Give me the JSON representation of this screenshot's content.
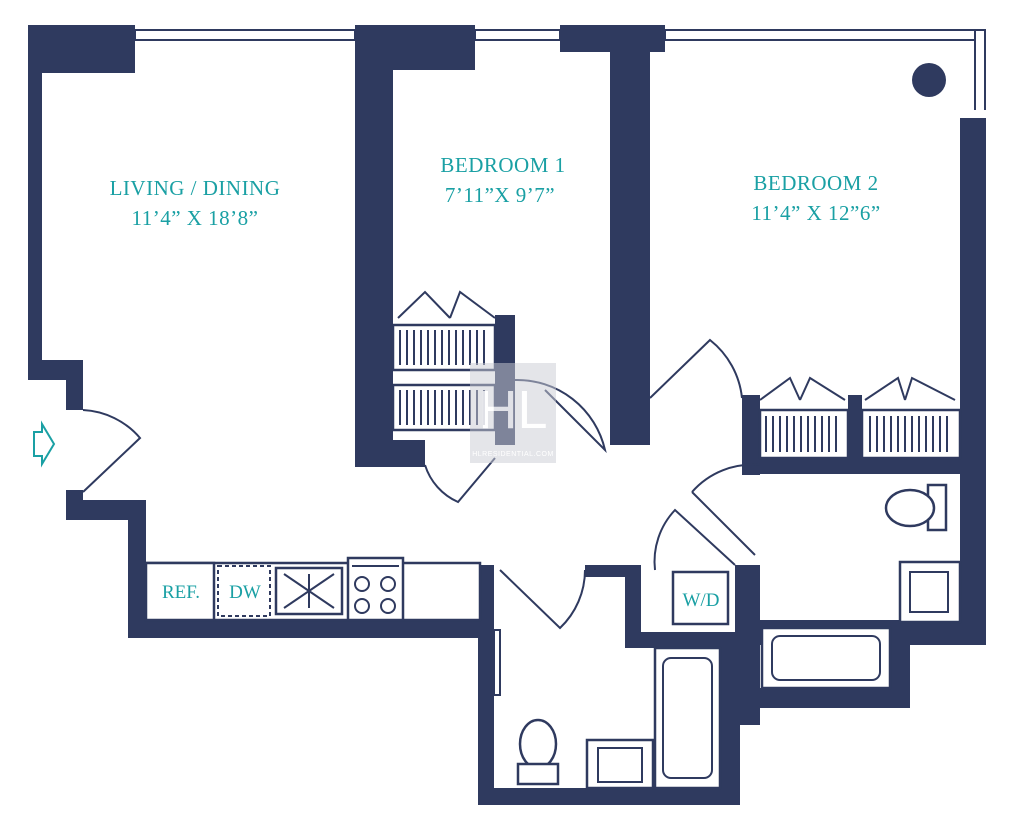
{
  "rooms": {
    "living_dining": {
      "name": "LIVING / DINING",
      "dims": "11’4” X 18’8”"
    },
    "bedroom_1": {
      "name": "BEDROOM 1",
      "dims": "7’11”X 9’7”"
    },
    "bedroom_2": {
      "name": "BEDROOM 2",
      "dims": "11’4” X 12”6”"
    }
  },
  "appliances": {
    "refrigerator": "REF.",
    "dishwasher": "DW",
    "washer_dryer": "W/D"
  },
  "watermark": {
    "logo": "HL",
    "site": "HLRESIDENTIAL.COM"
  },
  "entry_marker": "entry-arrow-icon",
  "colors": {
    "walls": "#2f3a5f",
    "labels": "#1aa0a4",
    "background": "#ffffff"
  }
}
